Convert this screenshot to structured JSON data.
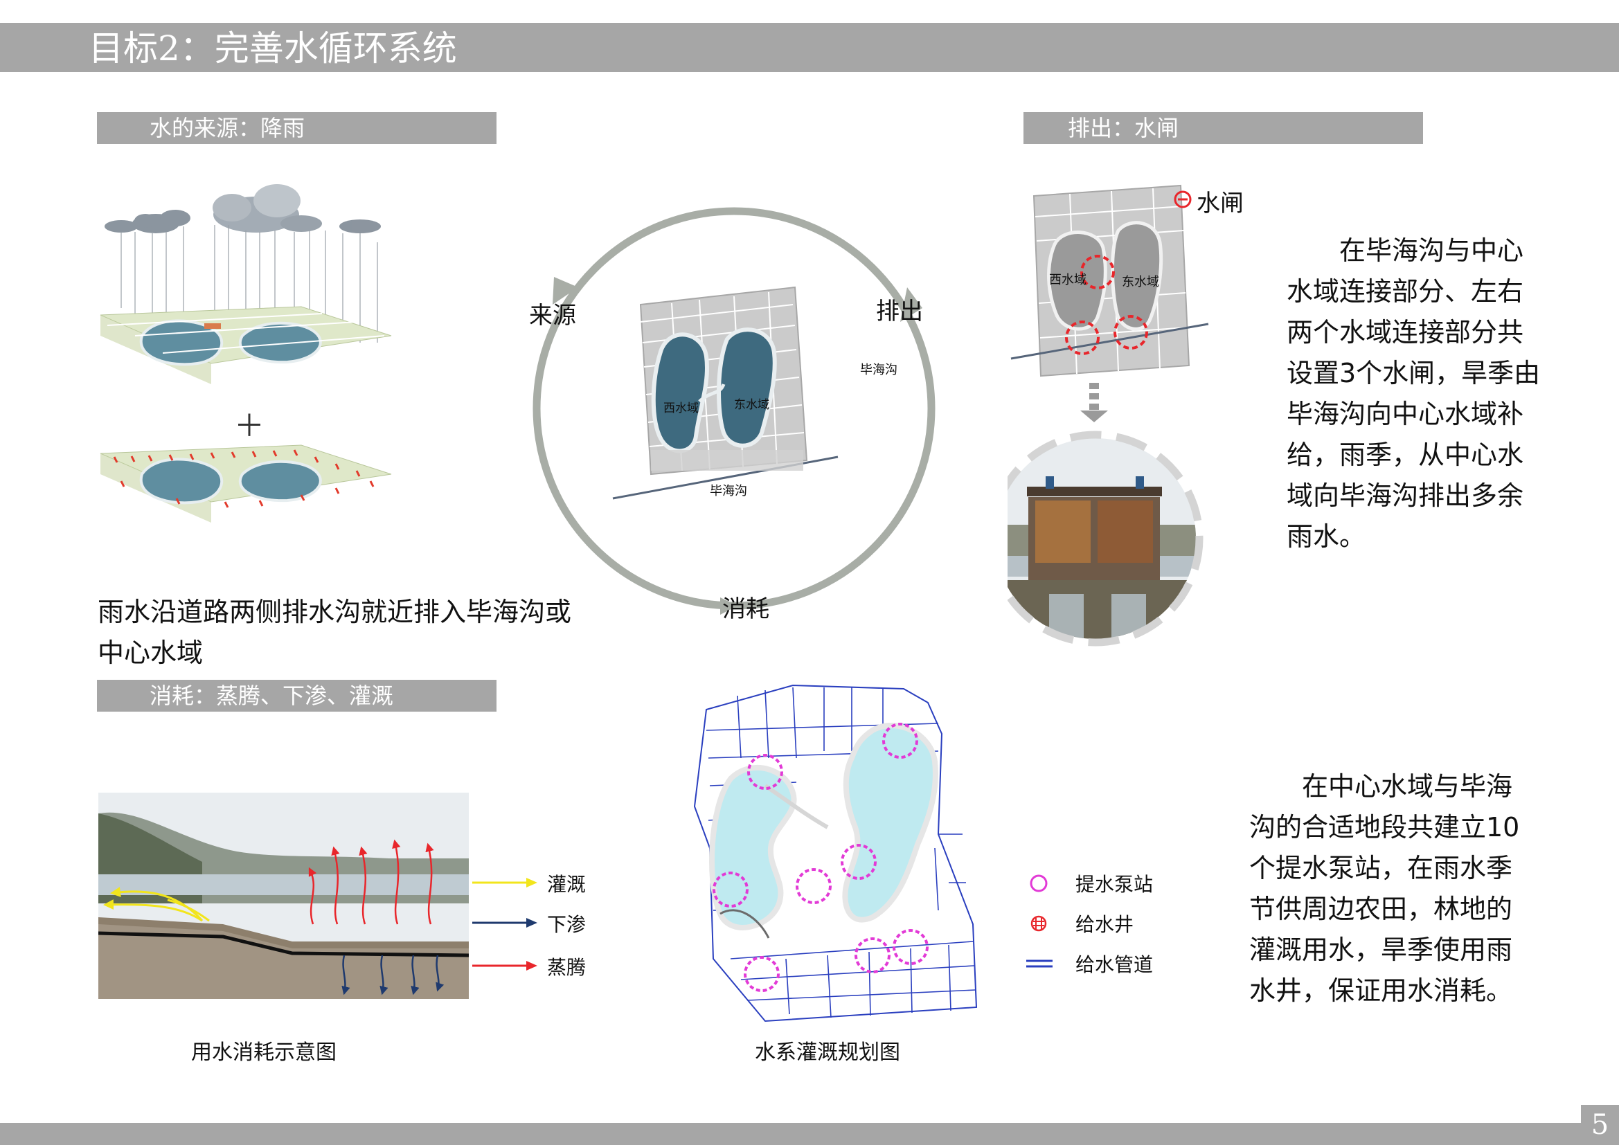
{
  "header": {
    "title": "目标2：完善水循环系统"
  },
  "sections": {
    "source": {
      "label": "水的来源：降雨"
    },
    "outlet": {
      "label": "排出：水闸"
    },
    "consume": {
      "label": "消耗：蒸腾、下渗、灌溉"
    }
  },
  "source": {
    "plus_sign": "＋",
    "description": "雨水沿道路两侧排水沟就近排入毕海沟或中心水域"
  },
  "cycle": {
    "labels": {
      "source": "来源",
      "discharge": "排出",
      "consumption": "消耗"
    },
    "map_labels": {
      "west": "西水域",
      "east": "东水域",
      "ditch_right": "毕海沟",
      "ditch_bottom": "毕海沟"
    }
  },
  "sluice": {
    "legend_label": "水闸",
    "map_labels": {
      "west": "西水域",
      "east": "东水域"
    },
    "description": "在毕海沟与中心水域连接部分、左右两个水域连接部分共设置3个水闸，旱季由毕海沟向中心水域补给，雨季，从中心水域向毕海沟排出多余雨水。"
  },
  "consumption": {
    "legend": [
      {
        "label": "灌溉",
        "color": "#f2e51c"
      },
      {
        "label": "下渗",
        "color": "#1f3a6e"
      },
      {
        "label": "蒸腾",
        "color": "#e8262b"
      }
    ],
    "caption": "用水消耗示意图"
  },
  "irrigation": {
    "caption": "水系灌溉规划图",
    "legend": [
      {
        "label": "提水泵站",
        "icon": "circle-icon",
        "color": "#e23ad6"
      },
      {
        "label": "给水井",
        "icon": "well-icon",
        "color": "#e8262b"
      },
      {
        "label": "给水管道",
        "icon": "double-line-icon",
        "color": "#2a3fbf"
      }
    ],
    "description": "在中心水域与毕海沟的合适地段共建立10个提水泵站，在雨水季节供周边农田，林地的灌溉用水，旱季使用雨水井，保证用水消耗。"
  },
  "footer": {
    "page": "5"
  }
}
